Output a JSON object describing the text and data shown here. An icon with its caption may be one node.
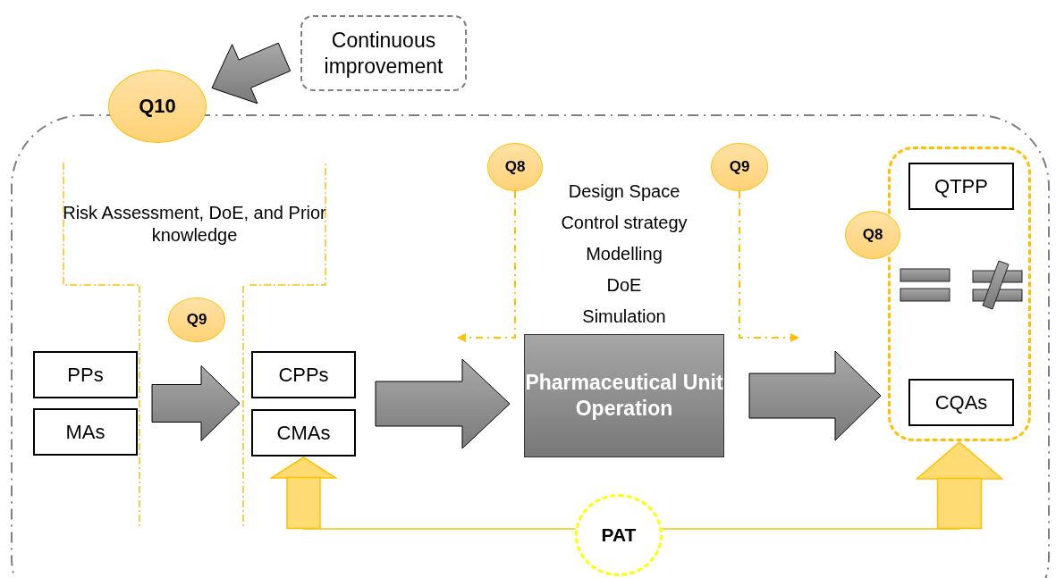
{
  "diagram": {
    "nodes": [
      {
        "text": [],
        "shape": "box"
      },
      {
        "text": [
          "Continuous improvement"
        ]
      },
      {
        "text": [
          "Q10"
        ]
      },
      {
        "text": [
          "Risk Assessment, DoE, and Prior knowledge"
        ],
        "in": 0
      },
      {
        "text": [
          "Q9"
        ],
        "in": 0
      },
      {
        "text": [
          "PPs"
        ],
        "in": 0
      },
      {
        "text": [
          "MAs"
        ],
        "in": 0
      },
      {
        "text": [
          "CPPs"
        ],
        "in": 0
      },
      {
        "text": [
          "CMAs"
        ],
        "in": 0
      },
      {
        "text": [
          "Q8"
        ],
        "in": 0
      },
      {
        "text": [
          "Q9"
        ],
        "in": 0
      },
      {
        "text": [
          "Pharmaceutical Unit Operation"
        ],
        "in": 0,
        "beside": [
          "Design Space",
          "Control strategy",
          "Modelling",
          "DoE",
          "Simulation"
        ]
      },
      {
        "text": [],
        "shape": "box",
        "in": 0
      },
      {
        "text": [
          "QTPP"
        ],
        "in": 12
      },
      {
        "text": [
          "Q8"
        ],
        "in": 0
      },
      {
        "text": [
          "CQAs"
        ],
        "in": 12
      },
      {
        "text": [
          "PAT"
        ],
        "in": 0
      }
    ],
    "edges": [
      {
        "from": 1,
        "to": 2,
        "arrow": "to",
        "style": "thick"
      },
      {
        "from": 5,
        "to": 7,
        "arrow": "to",
        "style": "thick"
      },
      {
        "from": 6,
        "to": 8,
        "arrow": "to",
        "style": "thick"
      },
      {
        "from": 7,
        "to": 11,
        "arrow": "to",
        "style": "thick"
      },
      {
        "from": 8,
        "to": 11,
        "arrow": "to",
        "style": "thick"
      },
      {
        "from": 11,
        "to": 12,
        "arrow": "to",
        "style": "thick"
      },
      {
        "from": 9,
        "to": null,
        "arrow": "to",
        "style": "dashed",
        "color": "#ffc000"
      },
      {
        "from": 10,
        "to": null,
        "arrow": "to",
        "style": "dashed",
        "color": "#ffc000"
      },
      {
        "from": 16,
        "to": 8,
        "arrow": "to",
        "color": "#ffc000"
      },
      {
        "from": 16,
        "to": 12,
        "arrow": "to",
        "color": "#ffc000"
      }
    ]
  }
}
